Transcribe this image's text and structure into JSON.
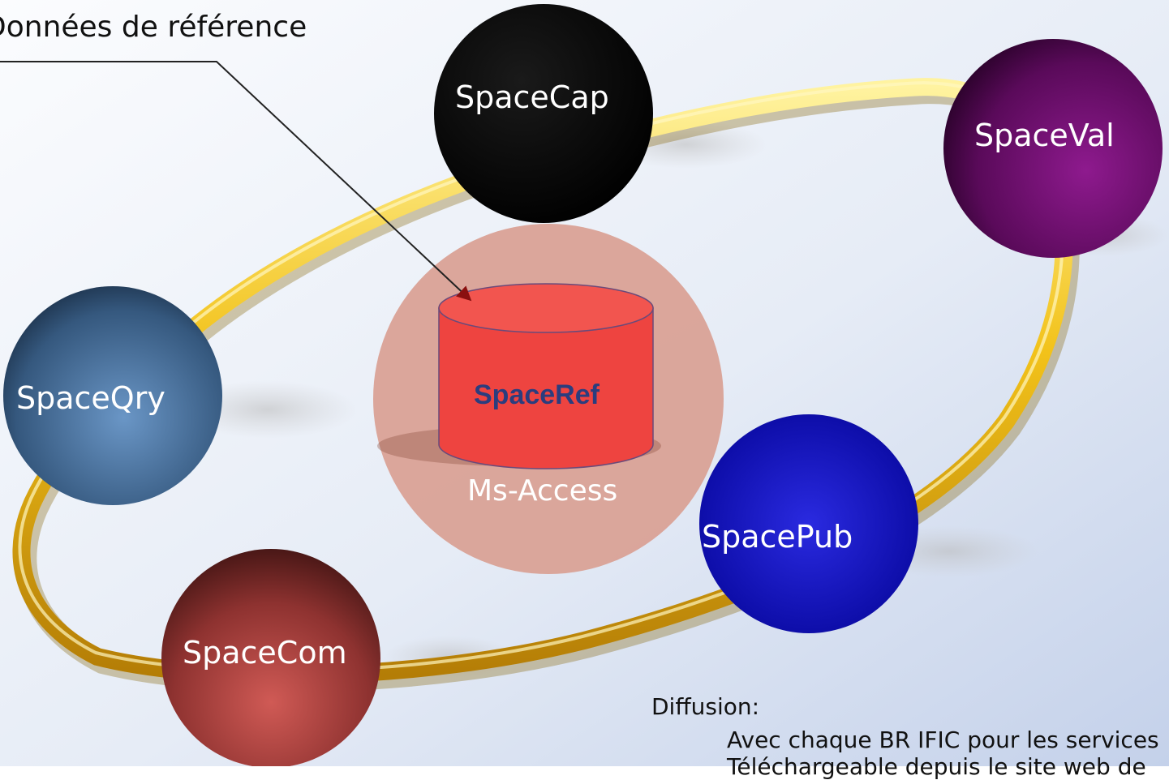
{
  "title": "Données de référence",
  "modules": {
    "cap": "SpaceCap",
    "val": "SpaceVal",
    "qry": "SpaceQry",
    "pub": "SpacePub",
    "com": "SpaceCom"
  },
  "center": {
    "name": "SpaceRef",
    "platform": "Ms-Access"
  },
  "diffusion": {
    "heading": "Diffusion:",
    "line1": "Avec chaque BR IFIC pour les services",
    "line2": "Téléchargeable depuis le site web de"
  },
  "colors": {
    "background_light": "#f5f7fb",
    "background_dark": "#c7d3ea",
    "ring_gold": "#f2c21a",
    "cap": "#050505",
    "val": "#6a0a6a",
    "qry": "#3f6790",
    "pub": "#1010b8",
    "com": "#9b3a38",
    "center_halo": "#d9a092",
    "cylinder": "#ee4440",
    "center_text": "#2b3d7e"
  },
  "icons": {
    "cylinder": "database-cylinder-icon",
    "arrow": "arrow-pointer-icon"
  }
}
